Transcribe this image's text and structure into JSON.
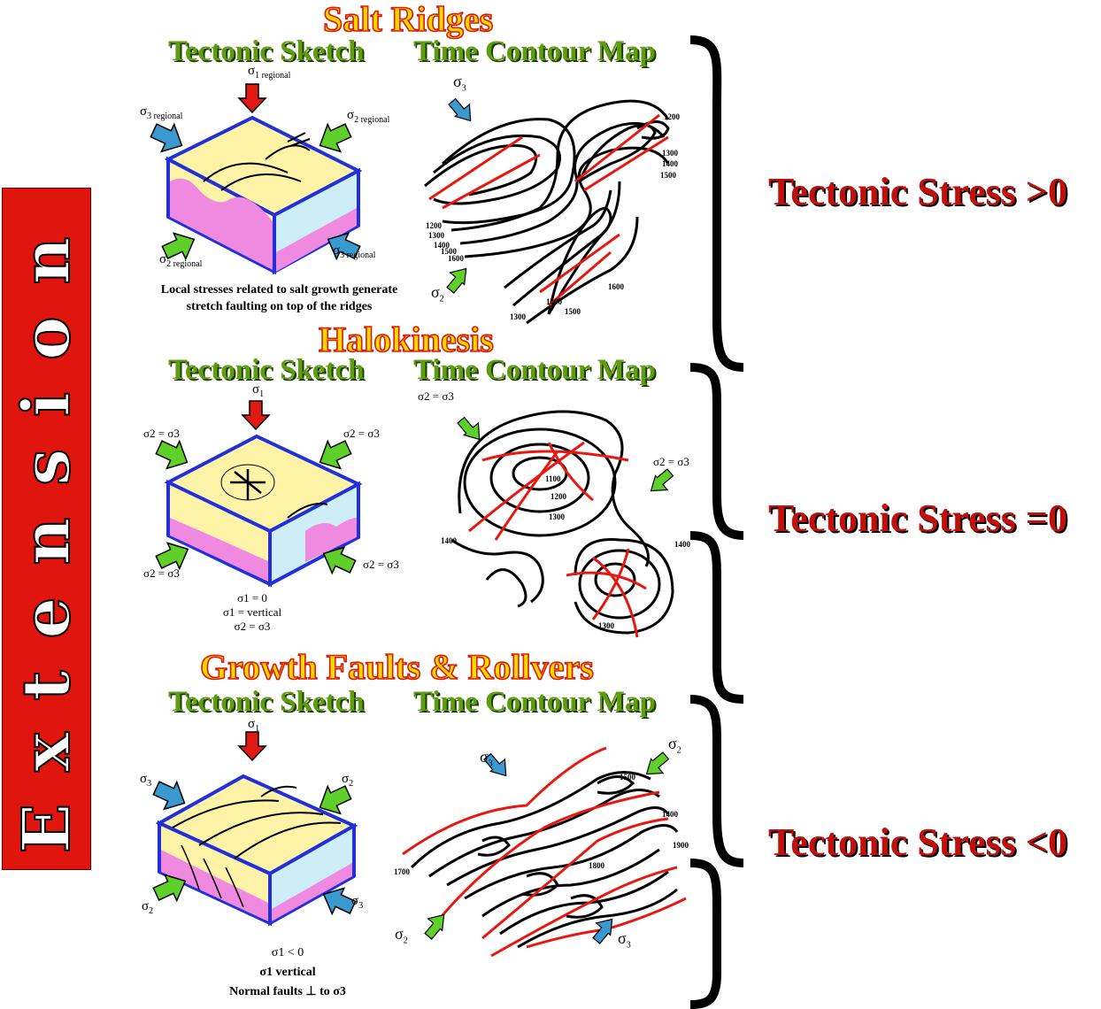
{
  "side_label": "Extension",
  "sections": [
    {
      "title": "Salt Ridges",
      "sketch_title": "Tectonic Sketch",
      "map_title": "Time Contour Map",
      "stress": "Tectonic Stress >0",
      "caption_line1": "Local stresses related to salt growth generate",
      "caption_line2": "stretch faulting on top of the ridges",
      "sigma1": "σ",
      "sigma1_sub": "1 regional",
      "sigma2_sub": "2 regional",
      "sigma3_sub": "3 regional",
      "map_sigma3": "σ",
      "map_sigma2": "σ",
      "contour_labels_left": [
        "1200",
        "1300",
        "1400",
        "1500",
        "1600"
      ],
      "contour_labels_right": [
        "1200",
        "1300",
        "1400",
        "1500"
      ],
      "contour_labels_bottom": [
        "1300",
        "1400",
        "1500",
        "1600"
      ]
    },
    {
      "title": "Halokinesis",
      "sketch_title": "Tectonic Sketch",
      "map_title": "Time Contour Map",
      "stress": "Tectonic Stress =0",
      "sigma_pair": "σ2 = σ3",
      "sigma1_eq": "σ1 = 0",
      "sigma1_vert": "σ1 = vertical",
      "sigma23": "σ2 = σ3",
      "contour_labels": [
        "1100",
        "1200",
        "1300",
        "1400",
        "1400",
        "1300"
      ]
    },
    {
      "title": "Growth Faults & Rollvers",
      "sketch_title": "Tectonic Sketch",
      "map_title": "Time Contour Map",
      "stress": "Tectonic Stress <0",
      "caption_line1": "σ1 < 0",
      "caption_line2": "σ1 vertical",
      "caption_line3": "Normal faults ⊥ to σ3",
      "contour_labels": [
        "1500",
        "1400",
        "1900",
        "1800",
        "1700"
      ]
    }
  ],
  "colors": {
    "red_arrow": "#e01a12",
    "green_arrow": "#5fd02a",
    "blue_arrow": "#3a9ad0",
    "block_top": "#fff3a8",
    "block_side_blue": "#cdeef7",
    "salt_pink": "#f08ae0",
    "block_edge": "#2130d8",
    "fault_red": "#e81710",
    "title_yellow": "#ffd800",
    "subtitle_green": "#5e9c10",
    "stress_red": "#c0100c",
    "extension_red": "#e0160e"
  }
}
